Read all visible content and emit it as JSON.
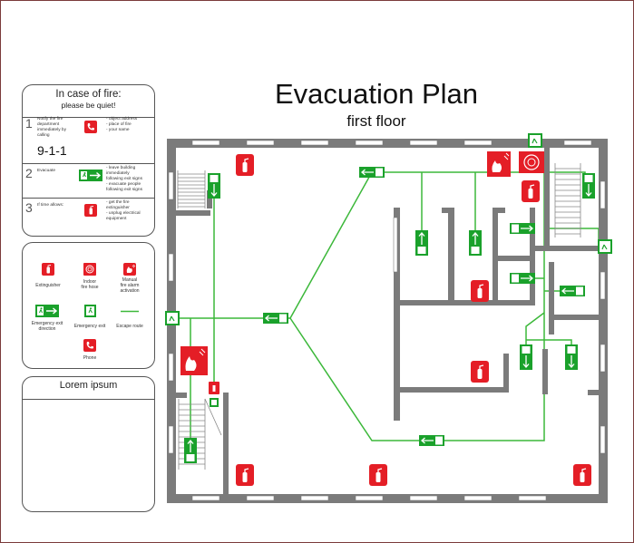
{
  "title": "Evacuation Plan",
  "subtitle": "first floor",
  "colors": {
    "sign_red": "#e41e26",
    "sign_green": "#1aa12b",
    "route": "#3cb83a",
    "wall": "#7b7b7b"
  },
  "fire_panel": {
    "heading": "In case of fire:",
    "subheading": "please be quiet!",
    "steps": [
      {
        "number": "1",
        "text_lines": [
          "Notify the fire",
          "department",
          "immediately by",
          "calling"
        ],
        "number_to_call": "9-1-1",
        "icon": "phone-icon",
        "bullets": [
          "- object address",
          "- place of fire",
          "- your name"
        ]
      },
      {
        "number": "2",
        "text_lines": [
          "Evacuate"
        ],
        "icon": "exit-direction-icon",
        "bullets": [
          "- leave building",
          "immediately",
          "following exit signs",
          "- evacuate people",
          "following exit signs"
        ]
      },
      {
        "number": "3",
        "text_lines": [
          "If time allows:"
        ],
        "icon": "extinguisher-icon",
        "bullets": [
          "- get the fire",
          "extinguisher",
          "- unplug electrical",
          "equipment"
        ]
      }
    ]
  },
  "legend": {
    "items": [
      {
        "icon": "extinguisher-icon",
        "lines": [
          "Extinguisher"
        ]
      },
      {
        "icon": "fire-hose-icon",
        "lines": [
          "Indoor",
          "fire hose"
        ]
      },
      {
        "icon": "fire-alarm-icon",
        "lines": [
          "Manual",
          "fire alarm",
          "activation"
        ]
      },
      {
        "icon": "exit-direction-icon",
        "lines": [
          "Emergency exit",
          "direction"
        ]
      },
      {
        "icon": "emergency-exit-icon",
        "lines": [
          "Emergency exit"
        ]
      },
      {
        "icon": "escape-route-icon",
        "lines": [
          "Escape route"
        ]
      },
      {
        "icon": "phone-icon",
        "lines": [
          "Phone"
        ]
      }
    ]
  },
  "notes": {
    "heading": "Lorem ipsum"
  }
}
